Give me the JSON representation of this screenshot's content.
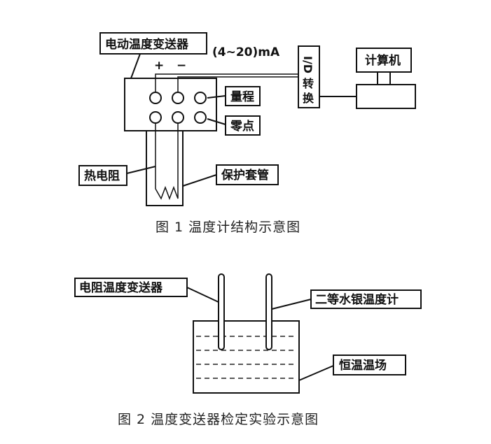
{
  "figure1": {
    "transmitter_label": "电动温度变送器",
    "current_label": "(4~20)mA",
    "plus_sign": "+",
    "minus_sign": "−",
    "converter_label_chars": [
      "I/D",
      "转",
      "换"
    ],
    "computer_label": "计算机",
    "range_label": "量程",
    "zero_label": "零点",
    "rtd_label": "热电阻",
    "sheath_label": "保护套管",
    "caption": "图 1    温度计结构示意图"
  },
  "figure2": {
    "rtd_transmitter_label": "电阻温度变送器",
    "thermometer_label": "二等水银温度计",
    "bath_label": "恒温温场",
    "caption": "图 2    温度变送器检定实验示意图"
  }
}
